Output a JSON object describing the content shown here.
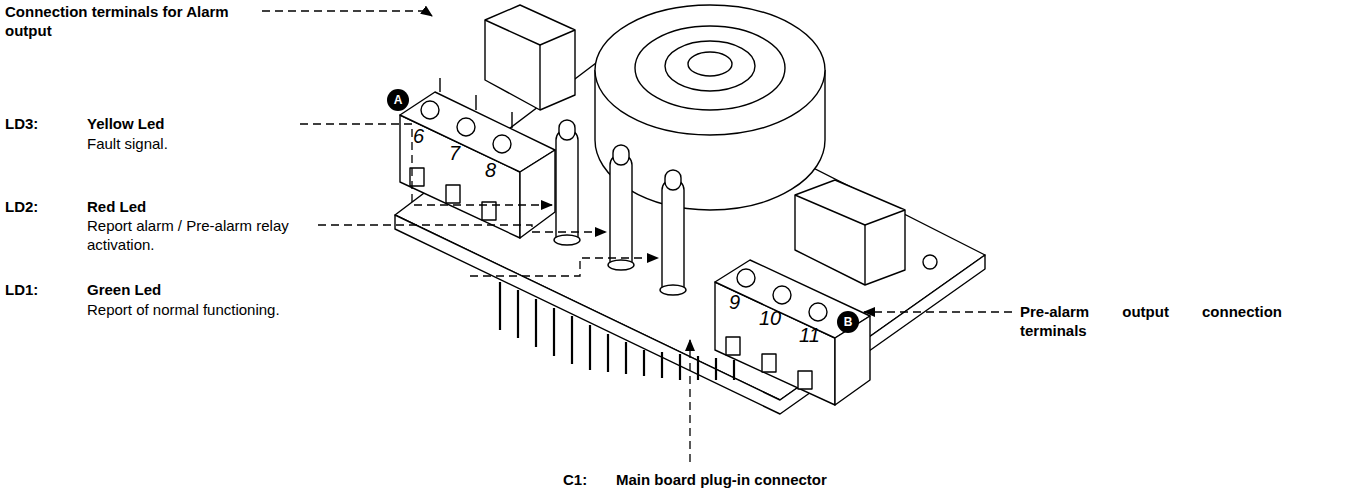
{
  "diagram": {
    "labels": [
      "Connection terminals for Alarm output",
      "A",
      "6",
      "7",
      "8",
      "LD3:",
      "Yellow Led",
      "Fault signal.",
      "LD2:",
      "Red Led",
      "Report alarm / Pre-alarm relay activation.",
      "LD1:",
      "Green Led",
      "Report of normal functioning.",
      "9",
      "10",
      "11",
      "B",
      "Pre-alarm output connection terminals",
      "C1:",
      "Main board plug-in connector"
    ]
  }
}
